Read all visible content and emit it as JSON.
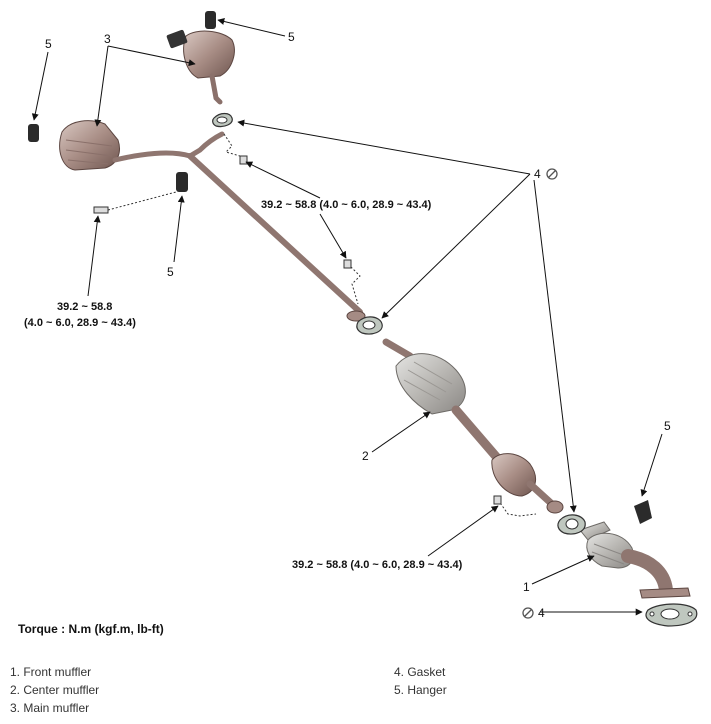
{
  "torque_values": {
    "upper": "39.2 ~ 58.8 (4.0 ~ 6.0, 28.9 ~ 43.4)",
    "left_line1": "39.2 ~ 58.8",
    "left_line2": "(4.0 ~ 6.0, 28.9 ~ 43.4)",
    "lower": "39.2 ~ 58.8 (4.0 ~ 6.0, 28.9 ~ 43.4)"
  },
  "torque_note": "Torque : N.m (kgf.m, lb-ft)",
  "callouts": {
    "front_muffler": "1",
    "center_muffler": "2",
    "main_muffler": "3",
    "gasket": "4",
    "hanger": "5"
  },
  "legend": {
    "items": [
      "1.  Front muffler",
      "2. Center muffler",
      "3. Main muffler",
      "4. Gasket",
      "5. Hanger"
    ]
  },
  "colors": {
    "metal": "#b49a92",
    "metal_dark": "#7d625b",
    "rubber": "#2b2b2b",
    "gasket_fill": "#bfc7bf",
    "line": "#111111"
  }
}
